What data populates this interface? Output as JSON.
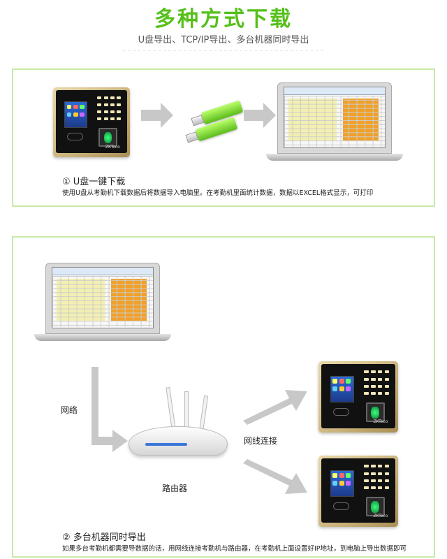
{
  "header": {
    "title": "多种方式下载",
    "subtitle": "U盘导出、TCP/IP导出、多台机器同时导出"
  },
  "section1": {
    "step_title": "① U盘一键下载",
    "description": "使用U盘从考勤机下载数据后将数据导入电脑里。在考勤机里面统计数据，数据以EXCEL格式显示，可打印"
  },
  "section2": {
    "network_label": "网络",
    "router_label": "路由器",
    "wired_label": "网线连接",
    "step_title": "② 多台机器同时导出",
    "description": "如果多台考勤机都需要导数据的话，用网线连接考勤机与路由器，在考勤机上面设置好IP地址，到电脑上导出数据即可"
  },
  "device": {
    "brand": "ZKTeco"
  },
  "colors": {
    "accent_green": "#55c01a",
    "panel_border": "#c9e9a8",
    "arrow_gray": "#c8c8c8"
  }
}
